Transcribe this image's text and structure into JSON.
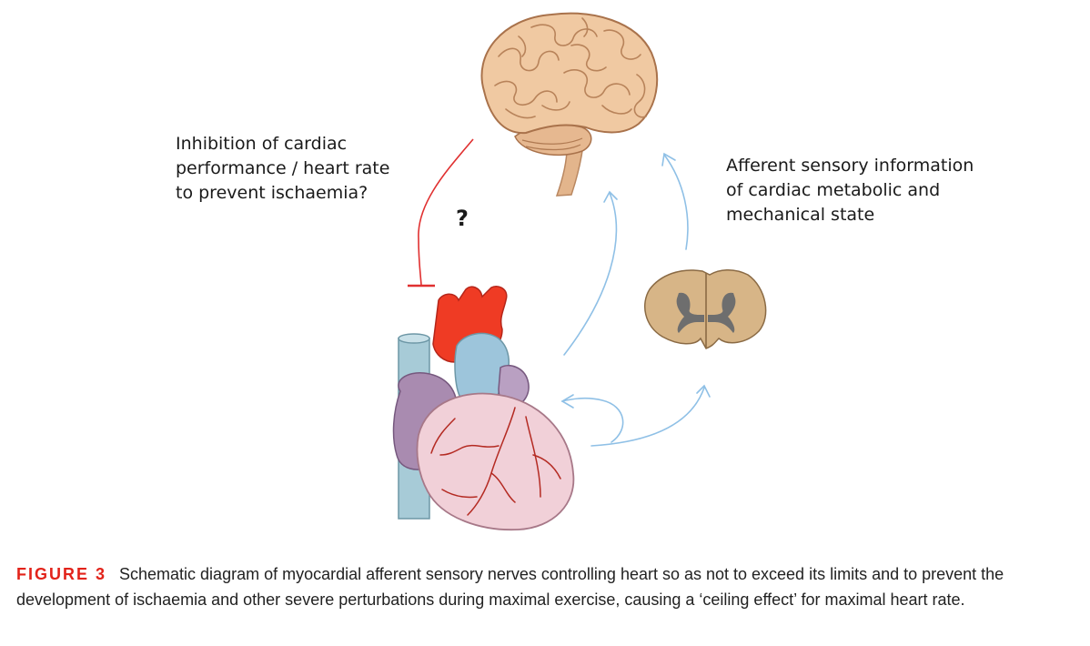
{
  "labels": {
    "inhibition": [
      "Inhibition of cardiac",
      "performance / heart rate",
      "to prevent ischaemia?"
    ],
    "afferent": [
      "Afferent sensory information",
      "of cardiac metabolic and",
      "mechanical state"
    ],
    "question": "?"
  },
  "caption": {
    "figure_label": "FIGURE 3",
    "line1": "Schematic diagram of myocardial afferent sensory nerves controlling heart so as not to exceed its limits and to prevent the",
    "line2": "development of ischaemia and other severe perturbations during maximal exercise, causing a ‘ceiling effect’ for maximal heart rate."
  },
  "colors": {
    "inhibition_arrow": "#e03030",
    "afferent_arrow": "#8fc0e6",
    "figure_label": "#e2231a"
  },
  "icons": {
    "brain": "brain-icon",
    "heart": "heart-icon",
    "spinal_cord": "spinal-cord-section-icon"
  }
}
